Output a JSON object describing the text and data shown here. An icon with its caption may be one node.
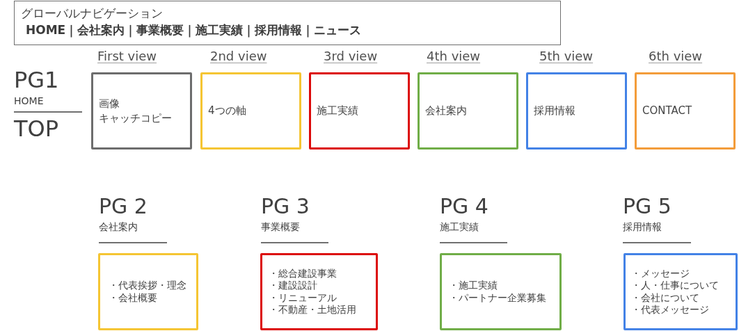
{
  "diagram": {
    "nodes": [
      {
        "text": [
          "グローバルナビゲーション",
          "HOME｜会社案内｜事業概要｜施工実績｜採用情報｜ニュース"
        ]
      },
      {
        "text": [
          "First view",
          "画像",
          "キャッチコピー"
        ]
      },
      {
        "text": [
          "2nd view",
          "4つの軸"
        ]
      },
      {
        "text": [
          "3rd view",
          "施工実績"
        ]
      },
      {
        "text": [
          "4th view",
          "会社案内"
        ]
      },
      {
        "text": [
          "5th view",
          "採用情報"
        ]
      },
      {
        "text": [
          "6th view",
          "CONTACT"
        ]
      },
      {
        "text": [
          "PG 2",
          "会社案内",
          "・代表挨拶・理念",
          "・会社概要"
        ]
      },
      {
        "text": [
          "PG 3",
          "事業概要",
          "・総合建設事業",
          "・建設設計",
          "・リニューアル",
          "・不動産・土地活用"
        ]
      },
      {
        "text": [
          "PG 4",
          "施工実績",
          "・施工実績",
          "・パートナー企業募集"
        ]
      },
      {
        "text": [
          "PG 5",
          "採用情報",
          "・メッセージ",
          "・人・仕事について",
          "・会社について",
          "・代表メッセージ"
        ]
      }
    ],
    "labels": [
      "PG1",
      "HOME",
      "TOP"
    ]
  }
}
